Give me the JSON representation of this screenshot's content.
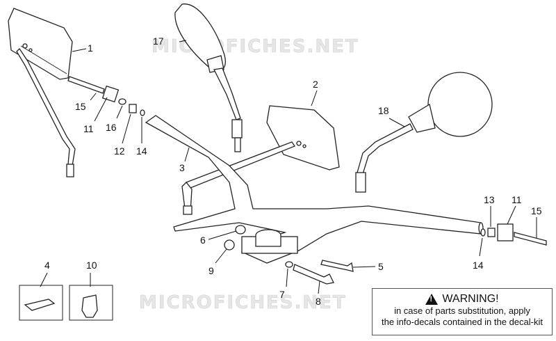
{
  "watermark": {
    "text_top": "MICROFICHES.NET",
    "text_bottom": "MICROFICHES.NET"
  },
  "callouts": {
    "c1": "1",
    "c2": "2",
    "c3": "3",
    "c4": "4",
    "c5": "5",
    "c6": "6",
    "c7": "7",
    "c8": "8",
    "c9": "9",
    "c10": "10",
    "c11a": "11",
    "c11b": "11",
    "c12": "12",
    "c13": "13",
    "c14a": "14",
    "c14b": "14",
    "c15a": "15",
    "c15b": "15",
    "c16": "16",
    "c17": "17",
    "c18": "18"
  },
  "warning": {
    "title": "WARNING!",
    "line1": "in case of parts substitution, apply",
    "line2": "the info-decals contained in the decal-kit"
  }
}
